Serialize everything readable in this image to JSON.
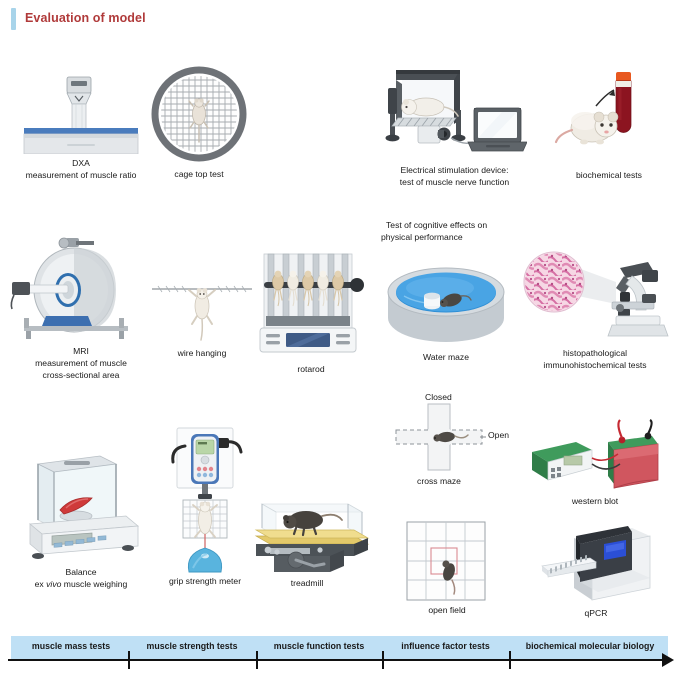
{
  "header": {
    "title": "Evaluation of model",
    "accent_color": "#a8d4ea",
    "title_color": "#b03a3a"
  },
  "panels": [
    {
      "id": "dxa",
      "icon": "dxa-scanner-icon",
      "caption_line1": "DXA",
      "caption_line2": "measurement of muscle ratio"
    },
    {
      "id": "cage-top",
      "icon": "cage-top-grid-icon",
      "caption_line1": "cage top test",
      "caption_line2": ""
    },
    {
      "id": "electrical-stimulation",
      "icon": "electrical-stimulation-device-icon",
      "caption_line1": "Electrical stimulation device:",
      "caption_line2": "test of muscle nerve function"
    },
    {
      "id": "biochemical",
      "icon": "mouse-blood-tube-icon",
      "caption_line1": "biochemical tests",
      "caption_line2": ""
    },
    {
      "id": "mri",
      "icon": "mri-scanner-icon",
      "caption_line1": "MRI",
      "caption_line2": "measurement of muscle",
      "caption_line3": "cross-sectional area"
    },
    {
      "id": "wire-hanging",
      "icon": "wire-hanging-mouse-icon",
      "caption_line1": "wire hanging",
      "caption_line2": ""
    },
    {
      "id": "rotarod",
      "icon": "rotarod-icon",
      "caption_line1": "rotarod",
      "caption_line2": ""
    },
    {
      "id": "water-maze",
      "icon": "water-maze-icon",
      "heading_line1": "Test of cognitive effects on",
      "heading_line2": "physical performance",
      "caption_line1": "Water maze",
      "caption_line2": ""
    },
    {
      "id": "histopathological",
      "icon": "microscope-icon",
      "caption_line1": "histopathological",
      "caption_line2": "immunohistochemical tests"
    },
    {
      "id": "balance",
      "icon": "analytical-balance-icon",
      "caption_line1": "Balance",
      "caption_line2_pre": "ex ",
      "caption_line2_ital": "vivo",
      "caption_line2_post": " muscle weighing"
    },
    {
      "id": "grip-strength",
      "icon": "grip-strength-meter-icon",
      "caption_line1": "grip strength meter",
      "caption_line2": ""
    },
    {
      "id": "treadmill",
      "icon": "treadmill-icon",
      "caption_line1": "treadmill",
      "caption_line2": ""
    },
    {
      "id": "cross-maze",
      "icon": "cross-maze-icon",
      "label_closed": "Closed",
      "label_open": "Open",
      "caption_line1": "cross maze",
      "caption_line2": ""
    },
    {
      "id": "western-blot",
      "icon": "western-blot-apparatus-icon",
      "caption_line1": "western blot",
      "caption_line2": ""
    },
    {
      "id": "open-field",
      "icon": "open-field-grid-icon",
      "caption_line1": "open field",
      "caption_line2": ""
    },
    {
      "id": "qpcr",
      "icon": "qpcr-machine-icon",
      "caption_line1": "qPCR",
      "caption_line2": ""
    }
  ],
  "timeline": {
    "band_color": "#bfe0f5",
    "segments": [
      {
        "label": "muscle mass tests"
      },
      {
        "label": "muscle strength tests"
      },
      {
        "label": "muscle function tests"
      },
      {
        "label": "influence factor tests"
      },
      {
        "label": "biochemical  molecular biology"
      }
    ]
  }
}
